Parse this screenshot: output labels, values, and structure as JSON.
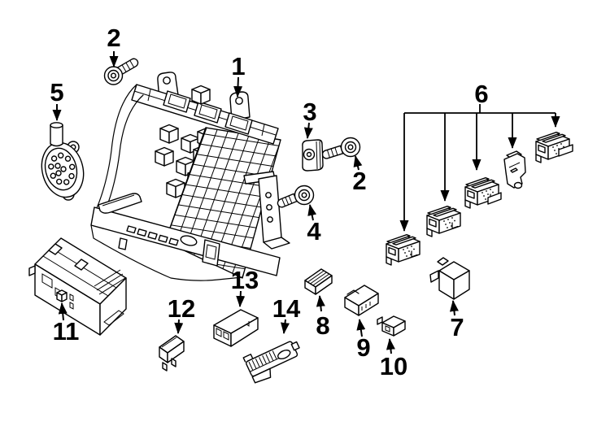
{
  "figure": {
    "colors": {
      "background": "#ffffff",
      "line": "#000000"
    }
  },
  "callouts": [
    {
      "number": "1"
    },
    {
      "number": "2"
    },
    {
      "number": "2"
    },
    {
      "number": "3"
    },
    {
      "number": "4"
    },
    {
      "number": "5"
    },
    {
      "number": "6"
    },
    {
      "number": "7"
    },
    {
      "number": "8"
    },
    {
      "number": "9"
    },
    {
      "number": "10"
    },
    {
      "number": "11"
    },
    {
      "number": "12"
    },
    {
      "number": "13"
    },
    {
      "number": "14"
    }
  ]
}
